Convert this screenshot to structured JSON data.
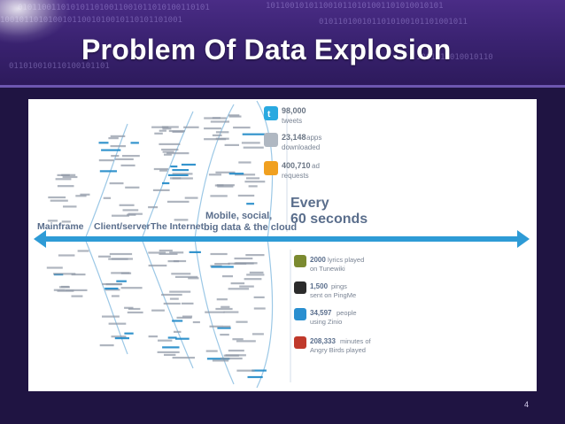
{
  "slide": {
    "title": "Problem Of Data Explosion",
    "slide_number": "4"
  },
  "eras": {
    "mainframe": "Mainframe",
    "client_server": "Client/server",
    "internet": "The Internet",
    "mobile_line1": "Mobile, social,",
    "mobile_line2": "big data & the cloud"
  },
  "every": {
    "line1": "Every",
    "line2": "60 seconds"
  },
  "stats_top": [
    {
      "bold": "98,000",
      "text": "tweets",
      "icon": "twitter-icon",
      "color": "#29a9e0"
    },
    {
      "bold": "23,148",
      "text": "apps",
      "text2": "downloaded",
      "icon": "app-store-icon",
      "color": "#b0b8c2"
    },
    {
      "bold": "400,710",
      "text": "ad",
      "text2": "requests",
      "icon": "ad-icon",
      "color": "#f0a020"
    }
  ],
  "stats_bottom": [
    {
      "bold": "2000",
      "text": "lyrics played",
      "text2": "on Tunewiki",
      "icon": "tunewiki-icon",
      "color": "#7b8a30"
    },
    {
      "bold": "1,500",
      "text": "pings",
      "text2": "sent on PingMe",
      "icon": "pingme-icon",
      "color": "#2b2b2b"
    },
    {
      "bold": "34,597",
      "text": "people",
      "text2": "using Zinio",
      "icon": "zinio-icon",
      "color": "#2a8fd0"
    },
    {
      "bold": "208,333",
      "text": "minutes of",
      "text2": "Angry Birds played",
      "icon": "angry-birds-icon",
      "color": "#c0392b"
    }
  ],
  "colors": {
    "arrow": "#2e9bd6",
    "era_label": "#5a6e8c",
    "keyword": "#1e88c8",
    "small_text": "#7a8494"
  }
}
